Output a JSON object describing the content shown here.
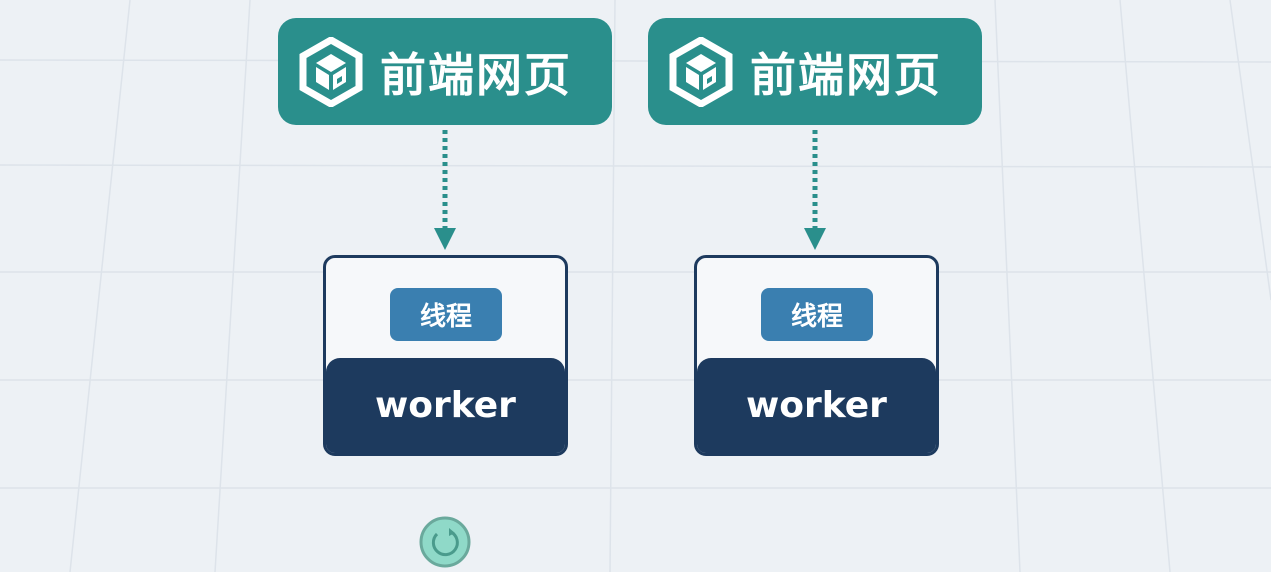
{
  "diagram": {
    "pages": [
      {
        "title": "前端网页",
        "thread_label": "线程",
        "worker_label": "worker"
      },
      {
        "title": "前端网页",
        "thread_label": "线程",
        "worker_label": "worker"
      }
    ],
    "colors": {
      "page": "#2a8f8c",
      "thread": "#3a7fb0",
      "worker": "#1d3a5e",
      "arrow": "#2a8f8c"
    },
    "icons": [
      "cube-g-logo-icon",
      "dotted-arrow-down-icon",
      "refresh-icon"
    ]
  }
}
